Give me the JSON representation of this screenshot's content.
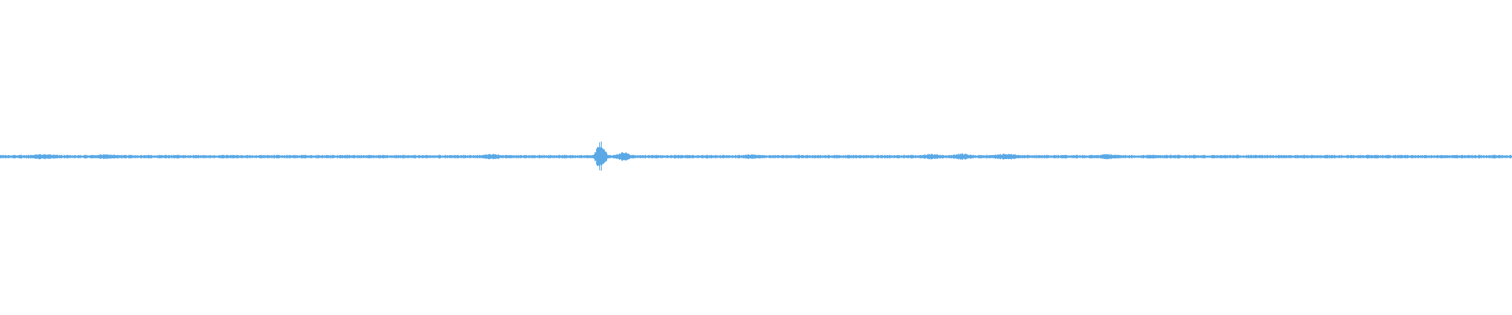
{
  "waveform": {
    "color": "#5aa9e6",
    "background": "#ffffff",
    "baseline_amplitude": 0.012,
    "events": [
      {
        "at": 0.397,
        "amplitude": 0.1,
        "width": 0.0025
      },
      {
        "at": 0.412,
        "amplitude": 0.03,
        "width": 0.004
      },
      {
        "at": 0.325,
        "amplitude": 0.02,
        "width": 0.006
      },
      {
        "at": 0.03,
        "amplitude": 0.018,
        "width": 0.01
      },
      {
        "at": 0.07,
        "amplitude": 0.016,
        "width": 0.01
      },
      {
        "at": 0.497,
        "amplitude": 0.017,
        "width": 0.006
      },
      {
        "at": 0.616,
        "amplitude": 0.018,
        "width": 0.008
      },
      {
        "at": 0.636,
        "amplitude": 0.022,
        "width": 0.006
      },
      {
        "at": 0.665,
        "amplitude": 0.02,
        "width": 0.008
      },
      {
        "at": 0.733,
        "amplitude": 0.018,
        "width": 0.008
      }
    ]
  }
}
